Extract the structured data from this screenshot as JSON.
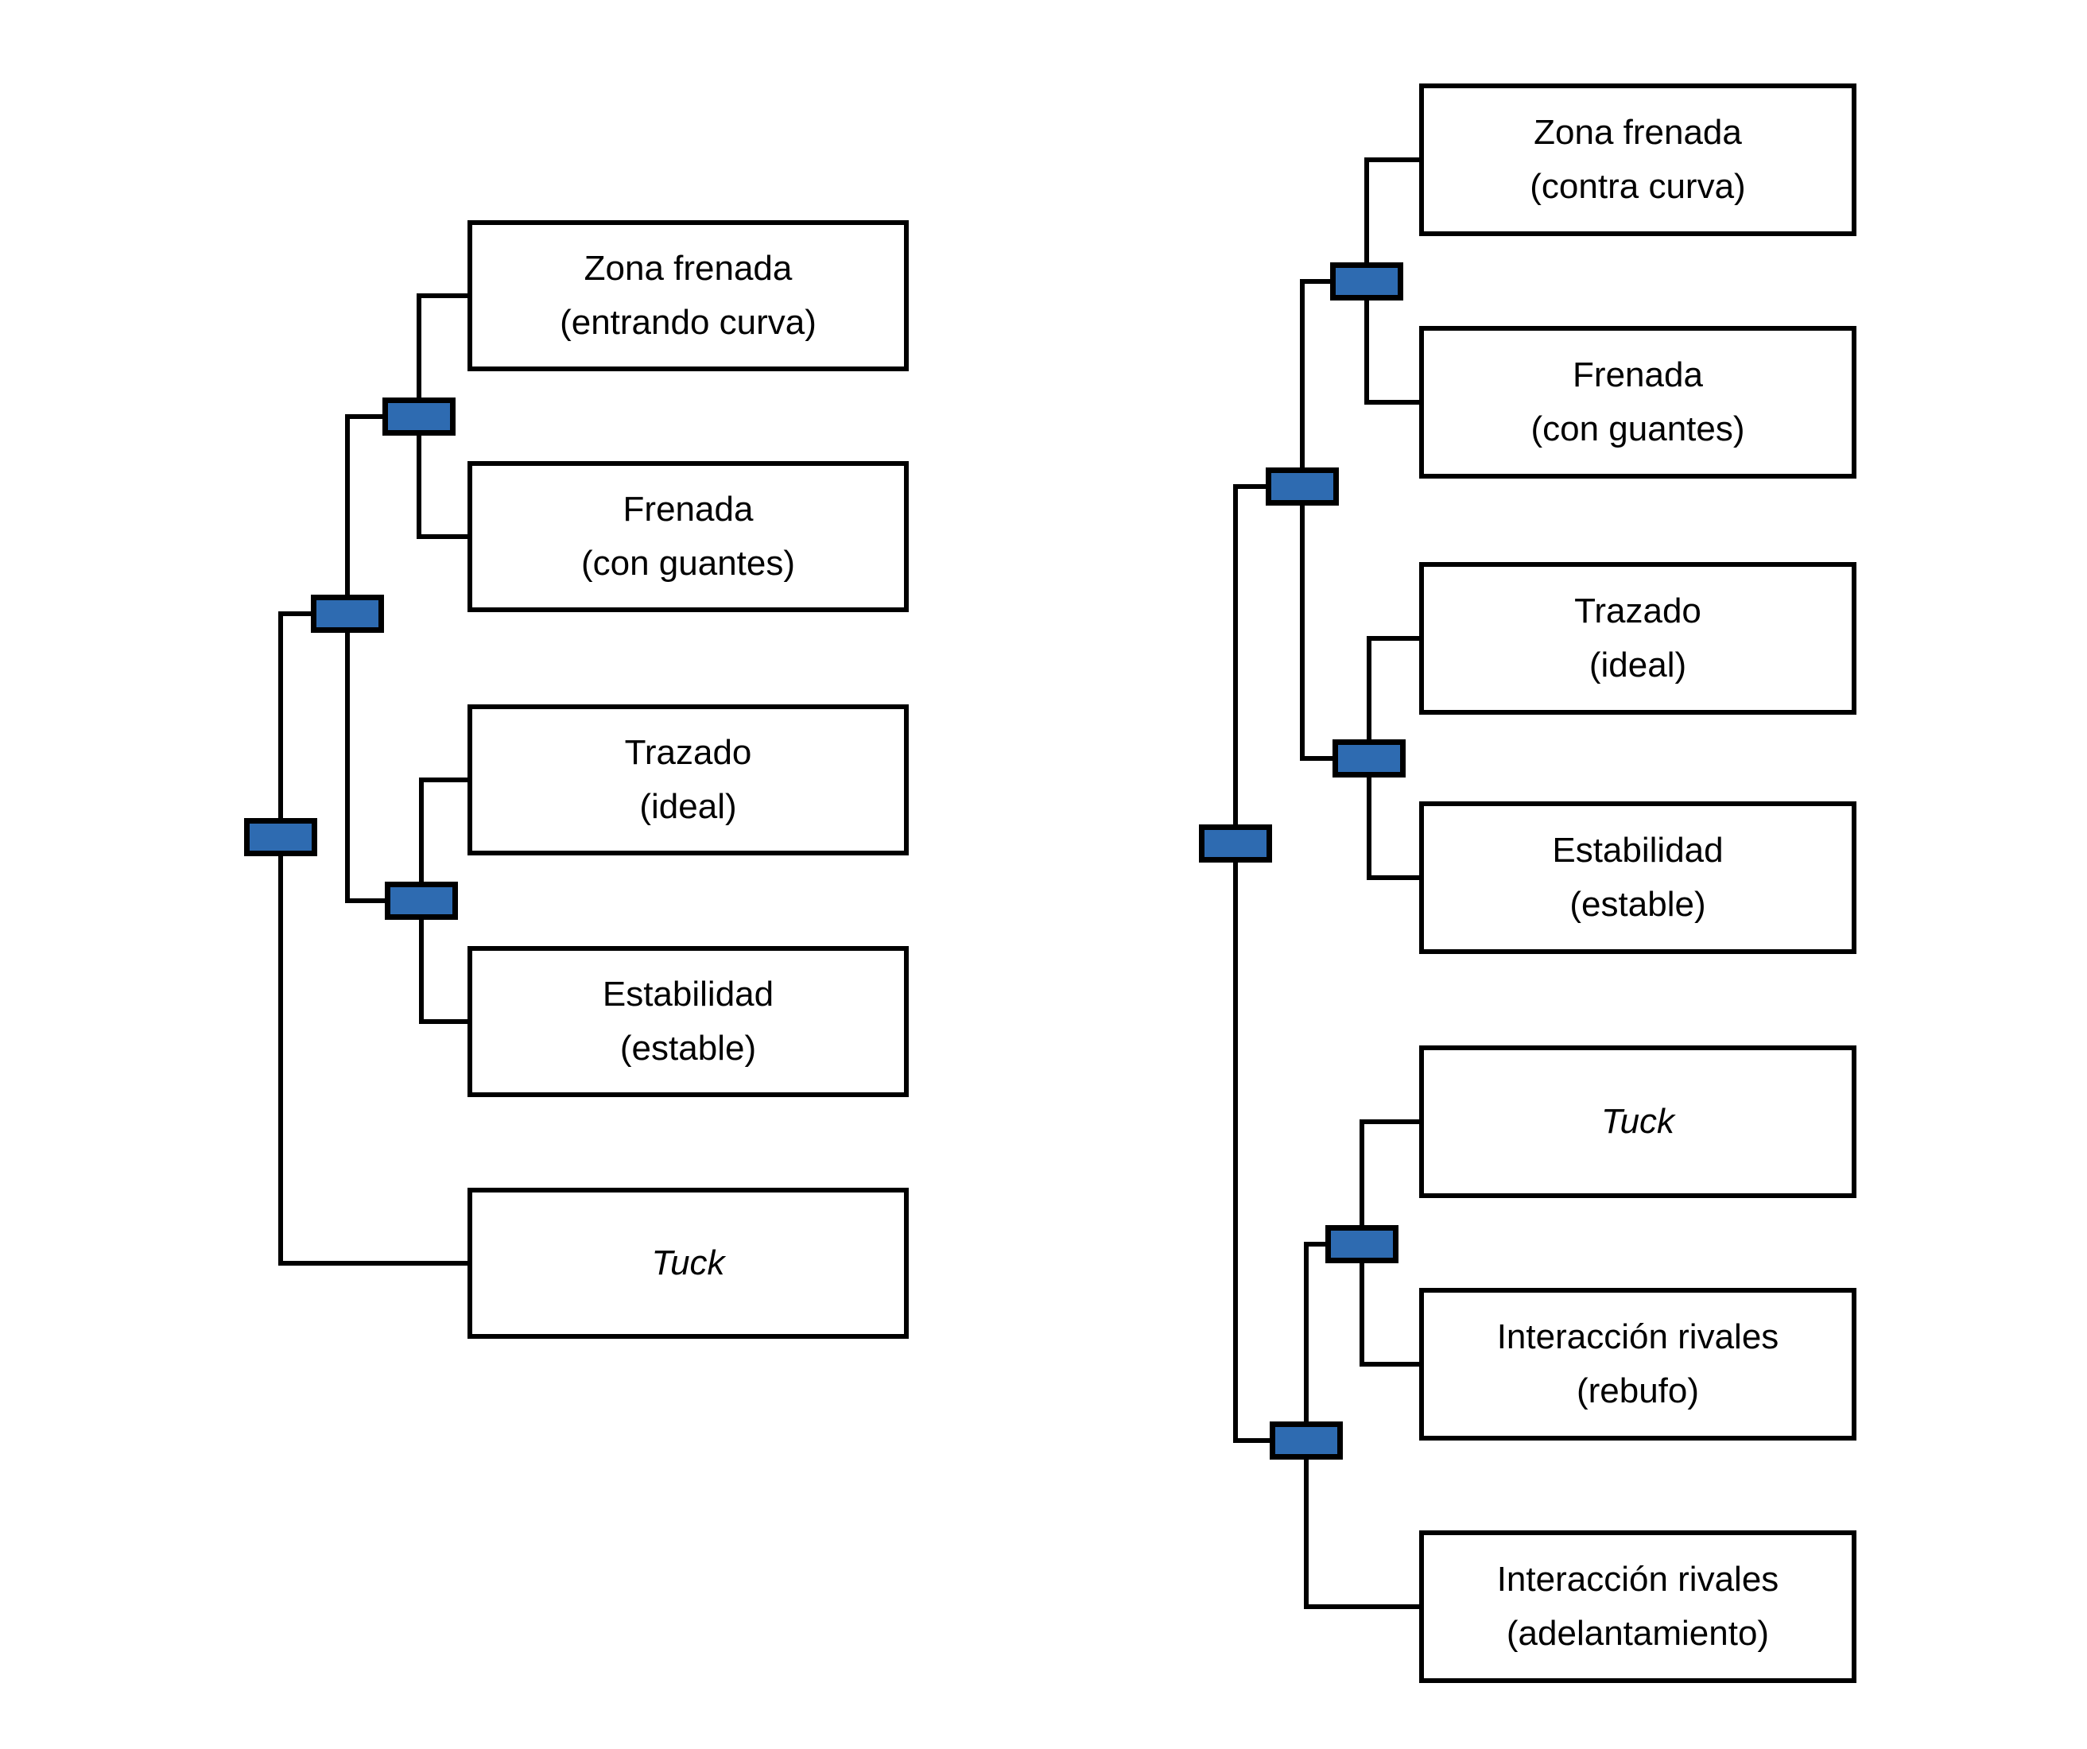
{
  "diagram": {
    "type": "dendrogram",
    "orientation": "left-to-right",
    "colors": {
      "background": "#ffffff",
      "box_fill": "#ffffff",
      "box_border": "#000000",
      "line": "#000000",
      "connector_fill": "#2e6bb1",
      "connector_border": "#000000"
    },
    "left_tree": {
      "leaves": [
        {
          "line1": "Zona frenada",
          "line2": "(entrando curva)",
          "italic": false
        },
        {
          "line1": "Frenada",
          "line2": "(con guantes)",
          "italic": false
        },
        {
          "line1": "Trazado",
          "line2": "(ideal)",
          "italic": false
        },
        {
          "line1": "Estabilidad",
          "line2": "(estable)",
          "italic": false
        },
        {
          "line1": "Tuck",
          "line2": "",
          "italic": true
        }
      ],
      "topology": [
        [
          [
            "Zona frenada (entrando curva)",
            "Frenada (con guantes)"
          ],
          [
            "Trazado (ideal)",
            "Estabilidad (estable)"
          ]
        ],
        "Tuck"
      ]
    },
    "right_tree": {
      "leaves": [
        {
          "line1": "Zona frenada",
          "line2": "(contra curva)",
          "italic": false
        },
        {
          "line1": "Frenada",
          "line2": "(con guantes)",
          "italic": false
        },
        {
          "line1": "Trazado",
          "line2": "(ideal)",
          "italic": false
        },
        {
          "line1": "Estabilidad",
          "line2": "(estable)",
          "italic": false
        },
        {
          "line1": "Tuck",
          "line2": "",
          "italic": true
        },
        {
          "line1": "Interacción rivales",
          "line2": "(rebufo)",
          "italic": false
        },
        {
          "line1": "Interacción rivales",
          "line2": "(adelantamiento)",
          "italic": false
        }
      ],
      "topology": [
        [
          [
            "Zona frenada (contra curva)",
            "Frenada (con guantes)"
          ],
          [
            "Trazado (ideal)",
            "Estabilidad (estable)"
          ]
        ],
        [
          [
            "Tuck",
            "Interacción rivales (rebufo)"
          ],
          "Interacción rivales (adelantamiento)"
        ]
      ]
    }
  }
}
